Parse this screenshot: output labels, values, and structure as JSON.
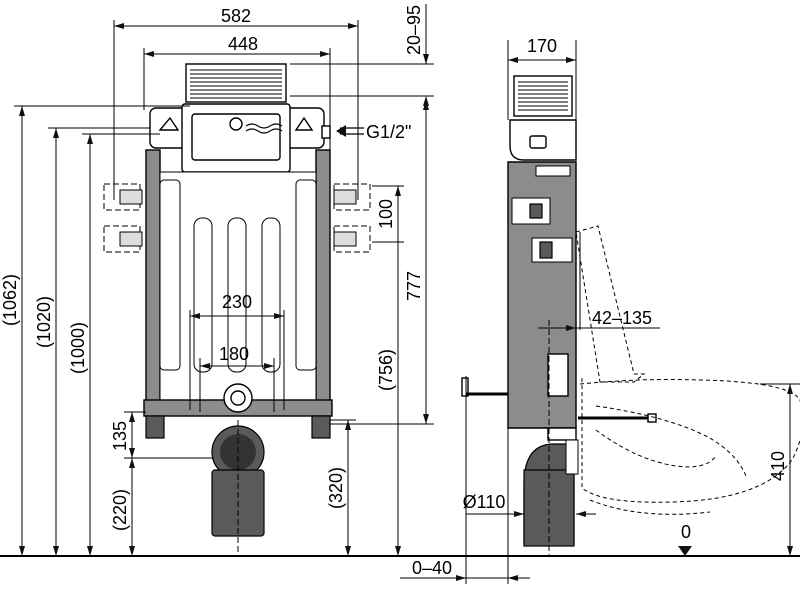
{
  "dimensions": {
    "width_outer": "582",
    "width_frame": "448",
    "top_adjust": "20–95",
    "depth": "170",
    "inlet": "G1/2\"",
    "bolt_spacing": "100",
    "height_frame": "777",
    "height_756": "(756)",
    "h_1062": "(1062)",
    "h_1020": "(1020)",
    "h_1000": "(1000)",
    "fix_230": "230",
    "fix_180": "180",
    "offset_135": "135",
    "h_220": "(220)",
    "h_320": "(320)",
    "flush_range": "42–135",
    "drain_dia": "Ø110",
    "wall_gap": "0–40",
    "h_410": "410",
    "floor_zero": "0"
  },
  "colors": {
    "frame": "#8c8c8c",
    "dark": "#5a5a5a",
    "outline": "#000000"
  }
}
